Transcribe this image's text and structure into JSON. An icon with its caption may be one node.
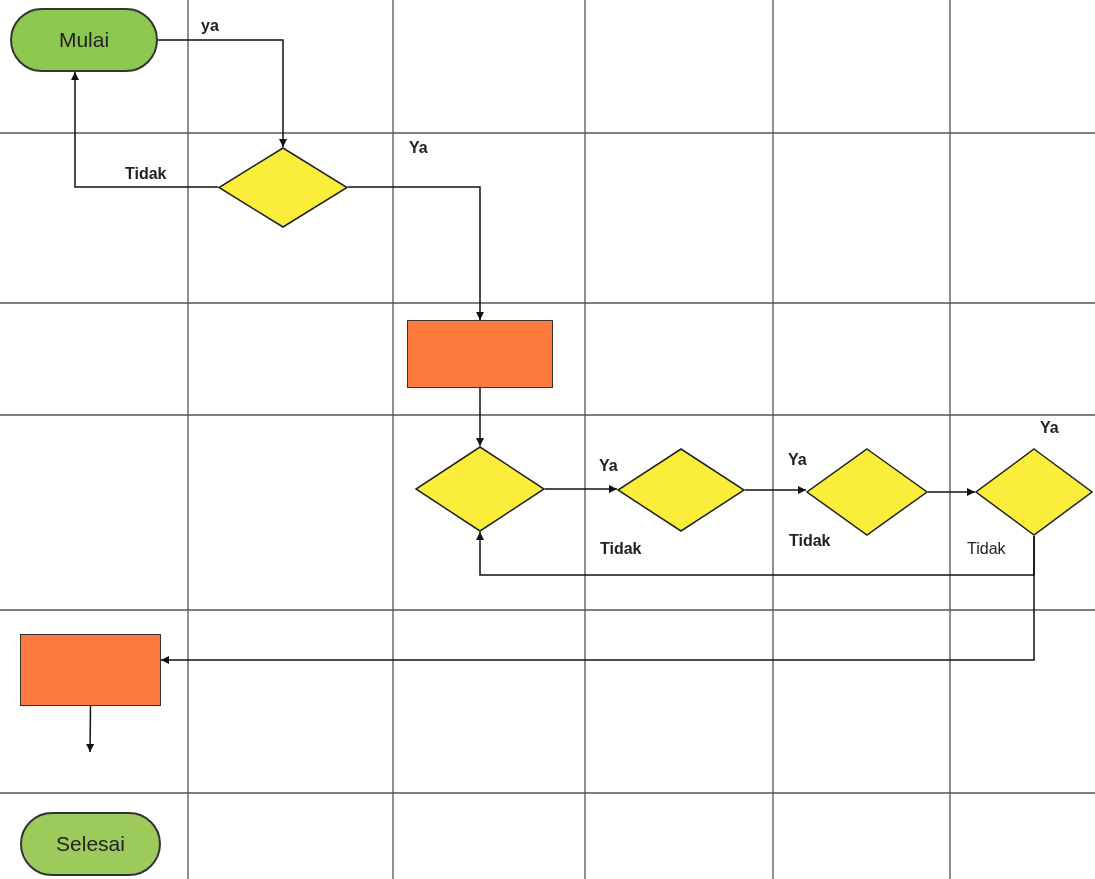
{
  "diagram": {
    "nodes": [
      {
        "text": [
          "Mulai"
        ]
      },
      {
        "text": [],
        "shape": "diamond"
      },
      {
        "text": [],
        "shape": "box"
      },
      {
        "text": [],
        "shape": "diamond"
      },
      {
        "text": [],
        "shape": "diamond",
        "beside": [
          "Tidak"
        ]
      },
      {
        "text": [],
        "shape": "diamond",
        "beside": [
          "Tidak"
        ]
      },
      {
        "text": [],
        "shape": "diamond",
        "beside": [
          "Ya",
          "Tidak"
        ]
      },
      {
        "text": [],
        "shape": "box"
      },
      {
        "text": [
          "Selesai"
        ]
      }
    ],
    "edges": [
      {
        "from": 0,
        "to": 1,
        "arrow": "to",
        "label": "ya"
      },
      {
        "from": 1,
        "to": 0,
        "arrow": "to",
        "label": "Tidak"
      },
      {
        "from": 1,
        "to": 2,
        "arrow": "to",
        "label": "Ya"
      },
      {
        "from": 2,
        "to": 3,
        "arrow": "to"
      },
      {
        "from": 3,
        "to": 4,
        "arrow": "to",
        "label": "Ya"
      },
      {
        "from": 4,
        "to": 5,
        "arrow": "to",
        "label": "Ya"
      },
      {
        "from": 5,
        "to": 6,
        "arrow": "to"
      },
      {
        "from": 6,
        "to": 3,
        "arrow": "to"
      },
      {
        "from": 6,
        "to": 7,
        "arrow": "to"
      },
      {
        "from": 7,
        "to": null,
        "arrow": "to"
      }
    ]
  }
}
